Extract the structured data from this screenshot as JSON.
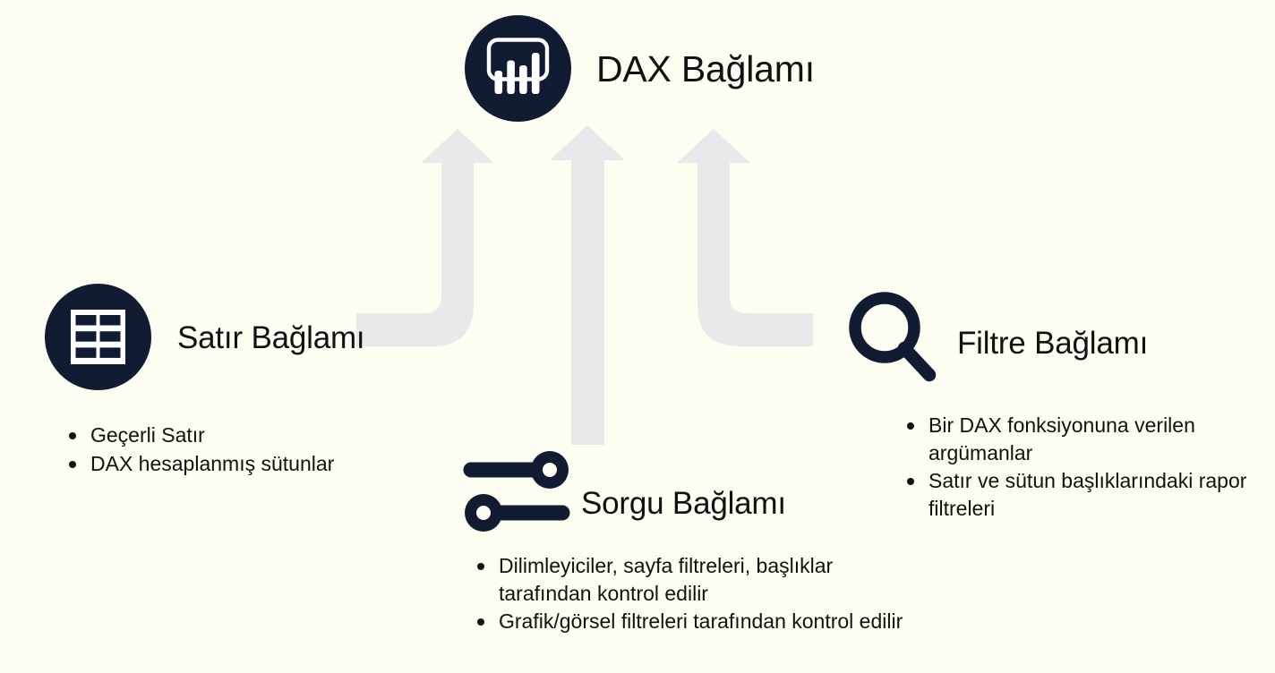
{
  "background_color": "#fdfdf2",
  "theme": {
    "icon_dark": "#111c33",
    "arrow_gray": "#e8e9eb",
    "text_color": "#111111"
  },
  "nodes": {
    "dax": {
      "title": "DAX Bağlamı",
      "icon": "power-bi-bar-chart-icon",
      "icon_style": "dark-circle"
    },
    "row": {
      "title": "Satır Bağlamı",
      "icon": "table-grid-icon",
      "icon_style": "dark-circle",
      "bullets": [
        "Geçerli Satır",
        "DAX hesaplanmış sütunlar"
      ]
    },
    "filter": {
      "title": "Filtre Bağlamı",
      "icon": "magnifier-search-icon",
      "icon_style": "outline",
      "bullets": [
        "Bir DAX fonksiyonuna verilen argümanlar",
        "Satır ve sütun başlıklarındaki rapor filtreleri"
      ]
    },
    "query": {
      "title": "Sorgu Bağlamı",
      "icon": "sliders-settings-icon",
      "icon_style": "solid",
      "bullets": [
        "Dilimleyiciler, sayfa filtreleri, başlıklar tarafından kontrol edilir",
        "Grafik/görsel filtreleri tarafından kontrol edilir"
      ]
    }
  },
  "arrows": [
    {
      "name": "arrow-row-to-dax",
      "from": "row",
      "to": "dax",
      "shape": "elbow-left-up"
    },
    {
      "name": "arrow-query-to-dax",
      "from": "query",
      "to": "dax",
      "shape": "straight-up"
    },
    {
      "name": "arrow-filter-to-dax",
      "from": "filter",
      "to": "dax",
      "shape": "elbow-right-up"
    }
  ]
}
